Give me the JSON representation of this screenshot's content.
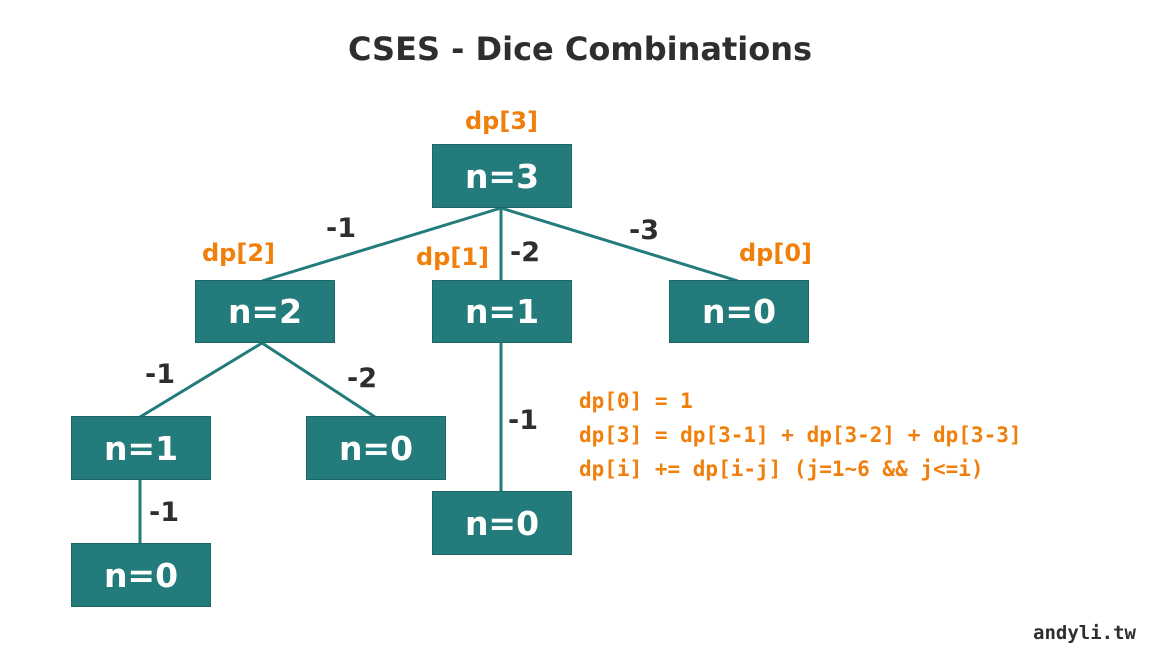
{
  "title": "CSES - Dice Combinations",
  "nodes": {
    "root": "n=3",
    "n2": "n=2",
    "n1_mid": "n=1",
    "n0_right": "n=0",
    "n1_left": "n=1",
    "n0_mid_left": "n=0",
    "n0_bottom_left": "n=0",
    "n0_bottom_mid": "n=0"
  },
  "edges": {
    "root_to_n2": "-1",
    "root_to_n1": "-2",
    "root_to_n0": "-3",
    "n2_to_n1": "-1",
    "n2_to_n0": "-2",
    "n1_to_n0_left": "-1",
    "n1_to_n0_mid": "-1"
  },
  "dp_labels": {
    "root": "dp[3]",
    "n2": "dp[2]",
    "n1": "dp[1]",
    "n0": "dp[0]"
  },
  "formulas": [
    "dp[0] = 1",
    "dp[3] = dp[3-1] + dp[3-2] + dp[3-3]",
    "dp[i] += dp[i-j] (j=1~6 && j<=i)"
  ],
  "watermark": "andyli.tw",
  "colors": {
    "node_fill": "#247b7b",
    "node_text": "#ffffff",
    "edge_line": "#247b7b",
    "accent_orange": "#f07f0c",
    "text_dark": "#2e2e2e"
  }
}
